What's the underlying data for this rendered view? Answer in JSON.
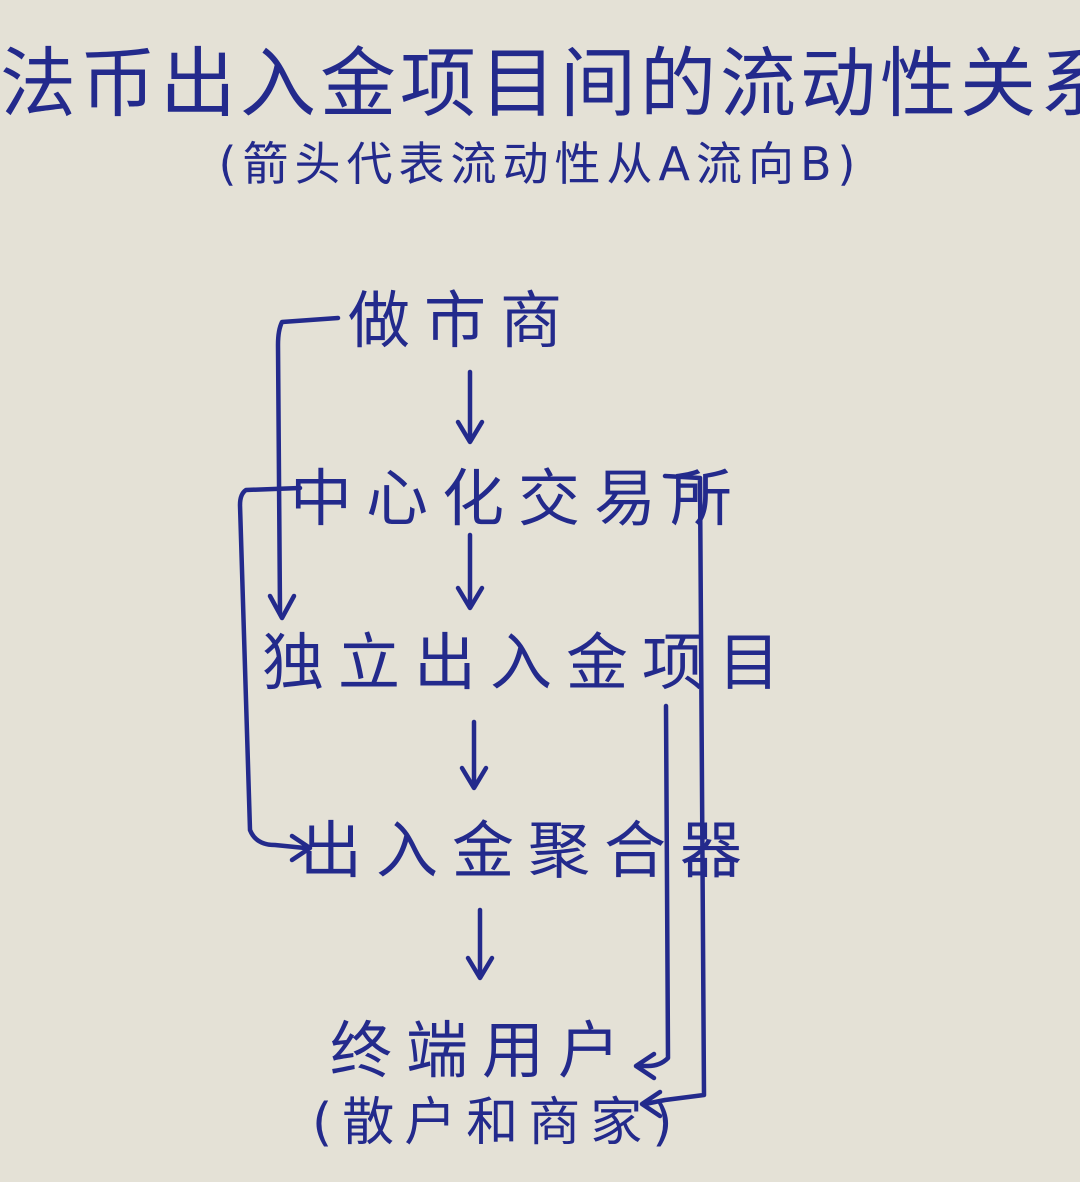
{
  "title": "法币出入金项目间的流动性关系",
  "subtitle": "(箭头代表流动性从A流向B)",
  "nodes": {
    "market_maker": "做市商",
    "centralized_exchange": "中心化交易所",
    "independent_onramp": "独立出入金项目",
    "onramp_aggregator": "出入金聚合器",
    "end_user": "终端用户",
    "end_user_detail": "(散户和商家)"
  },
  "edges": [
    {
      "from": "market_maker",
      "to": "centralized_exchange"
    },
    {
      "from": "market_maker",
      "to": "independent_onramp"
    },
    {
      "from": "centralized_exchange",
      "to": "independent_onramp"
    },
    {
      "from": "centralized_exchange",
      "to": "onramp_aggregator"
    },
    {
      "from": "centralized_exchange",
      "to": "end_user"
    },
    {
      "from": "independent_onramp",
      "to": "onramp_aggregator"
    },
    {
      "from": "independent_onramp",
      "to": "end_user"
    },
    {
      "from": "onramp_aggregator",
      "to": "end_user"
    }
  ],
  "colors": {
    "paper": "#e4e1d6",
    "ink": "#232a8c"
  }
}
